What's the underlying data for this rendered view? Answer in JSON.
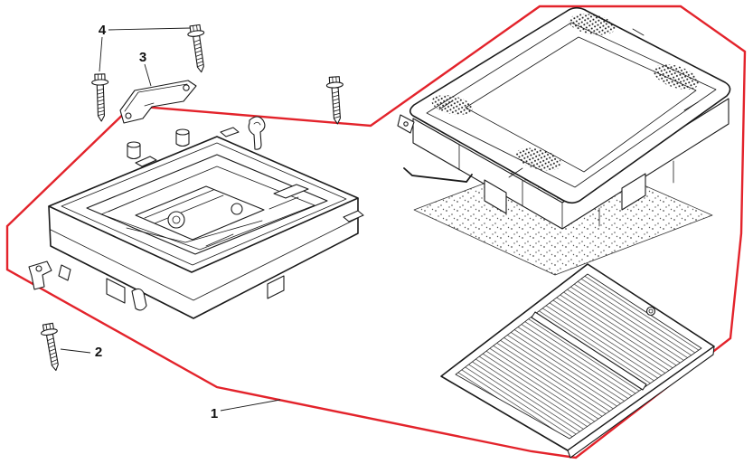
{
  "diagram": {
    "background_color": "#ffffff",
    "outline_color": "#e3232b",
    "line_color": "#1a1a1a",
    "callouts": {
      "c1": {
        "label": "1"
      },
      "c2": {
        "label": "2"
      },
      "c3": {
        "label": "3"
      },
      "c4": {
        "label": "4"
      }
    }
  }
}
